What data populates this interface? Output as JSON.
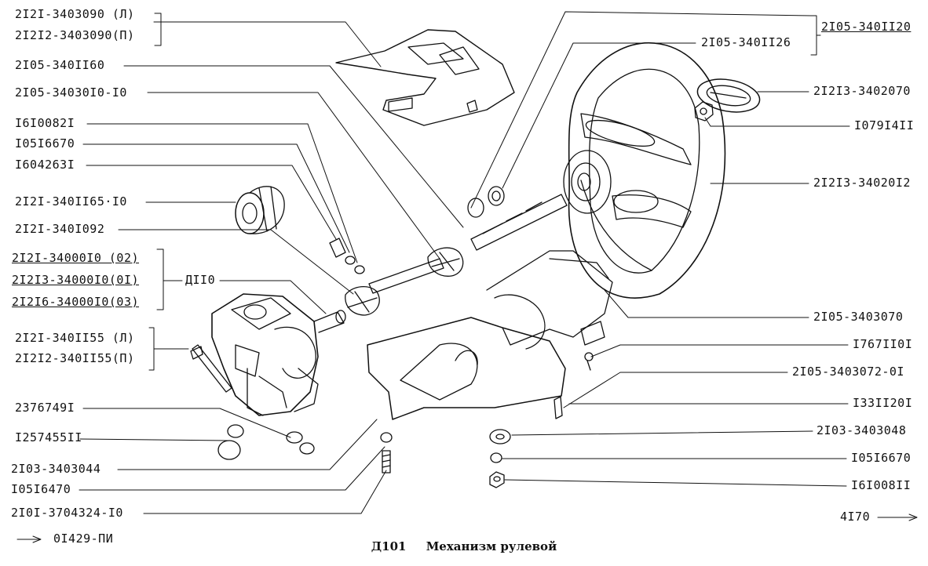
{
  "part_numbers": {
    "l01": "2I2I-3403090 (Л)",
    "l02": "2I2I2-3403090(П)",
    "l03": "2I05-340II60",
    "l04": "2I05-34030I0-I0",
    "l05": "I6I0082I",
    "l06": "I05I6670",
    "l07": "I604263I",
    "l08": "2I2I-340II65·I0",
    "l09": "2I2I-340I092",
    "l10": "2I2I-34000I0 (02)",
    "l11": "2I2I3-34000I0(0I)",
    "l12": "2I2I6-34000I0(03)",
    "l13": "ДII0",
    "l14": "2I2I-340II55 (Л)",
    "l15": "2I2I2-340II55(П)",
    "l16": "2376749I",
    "l17": "I257455II",
    "l18": "2I03-3403044",
    "l19": "I05I6470",
    "l20": "2I0I-3704324-I0",
    "l21": "0I429-ПИ",
    "r01": "2I05-340II20",
    "r02": "2I05-340II26",
    "r03": "2I2I3-3402070",
    "r04": "I079I4II",
    "r05": "2I2I3-34020I2",
    "r06": "2I05-3403070",
    "r07": "I767II0I",
    "r08": "2I05-3403072-0I",
    "r09": "I33II20I",
    "r10": "2I03-3403048",
    "r11": "I05I6670",
    "r12": "I6I008II",
    "r13": "4I70"
  },
  "caption": {
    "code": "Д101",
    "title": "Механизм рулевой"
  },
  "colors": {
    "ink": "#111111",
    "paper": "#ffffff"
  }
}
